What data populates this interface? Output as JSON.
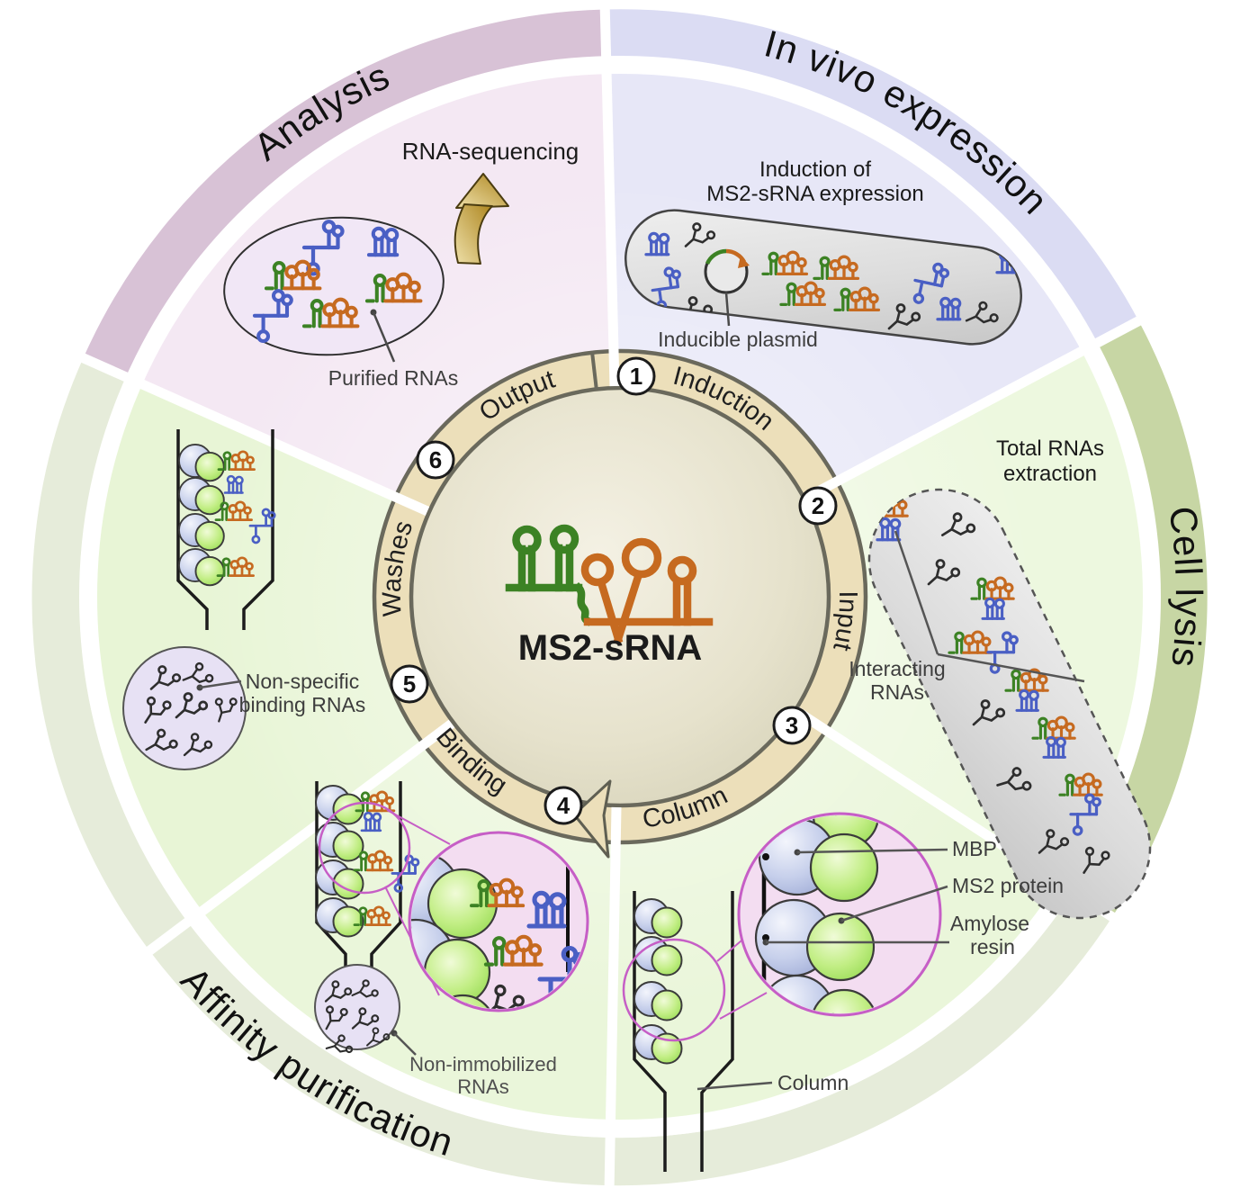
{
  "figure": {
    "outer_sections": {
      "analysis": "Analysis",
      "in_vivo": "In vivo expression",
      "cell_lysis": "Cell lysis",
      "affinity": "Affinity purification"
    },
    "cycle": {
      "center_label": "MS2-sRNA",
      "steps": [
        {
          "num": "1",
          "label": "Induction"
        },
        {
          "num": "2",
          "label": "Input"
        },
        {
          "num": "3",
          "label": "Column"
        },
        {
          "num": "4",
          "label": "Binding"
        },
        {
          "num": "5",
          "label": "Washes"
        },
        {
          "num": "6",
          "label": "Output"
        }
      ]
    },
    "analysis": {
      "heading": "RNA-sequencing",
      "callout": "Purified RNAs"
    },
    "in_vivo": {
      "heading1": "Induction of",
      "heading2": "MS2-sRNA expression",
      "callout": "Inducible plasmid"
    },
    "cell_lysis": {
      "heading1": "Total RNAs",
      "heading2": "extraction",
      "callout1": "Interacting",
      "callout2": "RNAs"
    },
    "column_step": {
      "mbp": "MBP",
      "ms2": "MS2 protein",
      "amylose1": "Amylose",
      "amylose2": "resin",
      "column": "Column"
    },
    "binding_step": {
      "callout1": "Non-immobilized",
      "callout2": "RNAs"
    },
    "washes_step": {
      "callout1": "Non-specific",
      "callout2": "binding RNAs"
    },
    "colors": {
      "green_rna": "#3c8224",
      "orange_rna": "#c66a20",
      "blue_rna": "#4a5fc4",
      "ring_tan": "#ecdfba",
      "magnifier_pink": "#c65ec6",
      "analysis_fill": "#f4e8f3",
      "analysis_band": "#d8c2d6",
      "invivo_fill": "#e7e7f7",
      "invivo_band": "#dbdcf3",
      "celllysis_fill": "#edf8df",
      "celllysis_band": "#c7d6a4",
      "green_fill": "#eaf6da",
      "affinity_band": "#e6ecda"
    }
  }
}
